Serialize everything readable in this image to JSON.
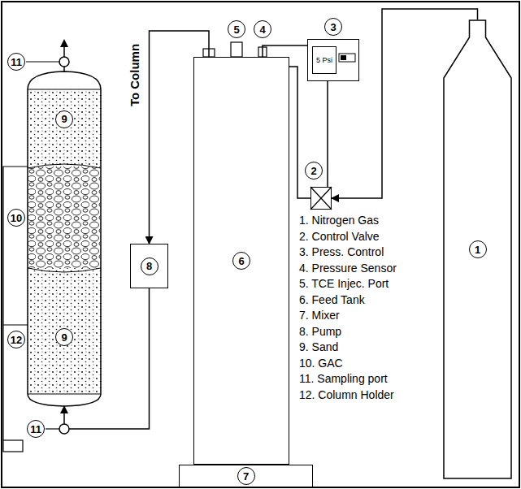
{
  "diagram": {
    "nodes": [
      {
        "text": [
          "1"
        ]
      },
      {
        "text": [
          "2"
        ]
      },
      {
        "text": [
          "3",
          "5 Psi"
        ]
      },
      {
        "text": [
          "6"
        ]
      },
      {
        "text": [
          "7"
        ]
      },
      {
        "text": [
          "8"
        ]
      },
      {
        "text": [
          "9"
        ]
      },
      {
        "text": [
          "9"
        ]
      }
    ],
    "edges": [
      {
        "from": 0,
        "to": 1,
        "arrow": "to"
      },
      {
        "from": 1,
        "to": 2,
        "arrow": "none"
      },
      {
        "from": 1,
        "to": 3,
        "arrow": "none"
      },
      {
        "from": 2,
        "to": 3,
        "arrow": "none"
      },
      {
        "from": 3,
        "to": 5,
        "arrow": "to"
      },
      {
        "from": 5,
        "to": 7,
        "arrow": "to"
      }
    ],
    "labels": [
      "To Column",
      "5",
      "4",
      "10",
      "11",
      "11",
      "12",
      "1. Nitrogen Gas",
      "2. Control Valve",
      "3. Press. Control",
      "4. Pressure Sensor",
      "5. TCE Injec. Port",
      "6. Feed Tank",
      "7. Mixer",
      "8. Pump",
      "9. Sand",
      "10. GAC",
      "11. Sampling port",
      "12. Column Holder"
    ]
  }
}
